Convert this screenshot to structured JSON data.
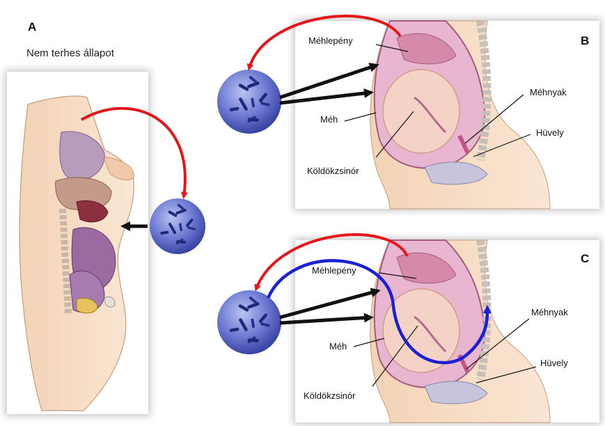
{
  "panels": {
    "a": {
      "letter": "A",
      "caption": "Nem terhes állapot"
    },
    "b": {
      "letter": "B",
      "labels": {
        "placenta": "Méhlepény",
        "uterus": "Méh",
        "umbilical_cord": "Köldökzsinór",
        "cervix": "Méhnyak",
        "vagina": "Hüvely"
      }
    },
    "c": {
      "letter": "C",
      "labels": {
        "placenta": "Méhlepény",
        "uterus": "Méh",
        "umbilical_cord": "Köldökzsinór",
        "cervix": "Méhnyak",
        "vagina": "Hüvely"
      }
    }
  },
  "colors": {
    "red_arrow": "#e3171b",
    "blue_arrow": "#1b1fd6",
    "black_arrow": "#111111",
    "skin": "#f6dcc4",
    "uterus": "#e9b6cf",
    "bacteria_sphere": "#5a68c8"
  },
  "icons": [
    "bacteria-sphere-icon",
    "body-illustration-icon",
    "pregnancy-illustration-icon"
  ]
}
